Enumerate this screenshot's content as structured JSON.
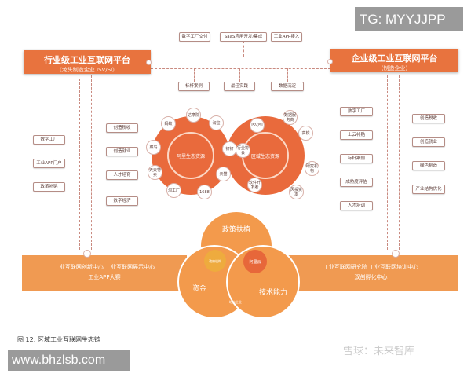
{
  "left_platform": {
    "title": "行业级工业互联网平台",
    "subtitle": "（龙头制造企业  ISV/SI）"
  },
  "right_platform": {
    "title": "企业级工业互联网平台",
    "subtitle": "（制造企业）"
  },
  "top_items": [
    "数字工厂交付",
    "SaaS应用开发/集成",
    "工业APP接入"
  ],
  "middle_items": [
    "标杆案例",
    "最佳实践",
    "数据沉淀"
  ],
  "left_inputs": [
    "数字工厂",
    "工业APP门户",
    "政策补贴"
  ],
  "left_outputs": [
    "创造税收",
    "创造就业",
    "人才培育",
    "数字经济"
  ],
  "right_inputs": [
    "数字工厂",
    "上云补贴",
    "标杆案例",
    "成熟度评估",
    "人才培训"
  ],
  "right_outputs": [
    "创造税收",
    "创造就业",
    "绿色制造",
    "产业结构优化"
  ],
  "gear_left": {
    "center": "阿里生态资源",
    "nodes": [
      "达摩院",
      "淘宝",
      "钉钉",
      "天猫",
      "1688",
      "淘工厂",
      "天天特卖",
      "菜鸟",
      "蚂蚁"
    ]
  },
  "gear_right": {
    "center": "区域生态资源",
    "nodes": [
      "数据服务商",
      "高校",
      "研究机构",
      "风投资本",
      "软件开发者",
      "行业协会",
      "ISV/SI"
    ]
  },
  "left_bar": {
    "line1": "工业互联网创新中心   工业互联网展示中心",
    "line2": "工业APP大赛"
  },
  "right_bar": {
    "line1": "工业互联网研究院   工业互联网培训中心",
    "line2": "双创孵化中心"
  },
  "venn": {
    "top": "政策扶植",
    "left": "资金",
    "right": "技术能力",
    "overlap_left": "政府机构",
    "overlap_right": "阿里云",
    "overlap_bottom": "地方企业"
  },
  "caption": "图 12: 区域工业互联网生态链",
  "watermark_tg": "TG: MYYJJPP",
  "watermark_site": "www.bhzlsb.com",
  "watermark_xueqiu": "雪球：未来智库"
}
